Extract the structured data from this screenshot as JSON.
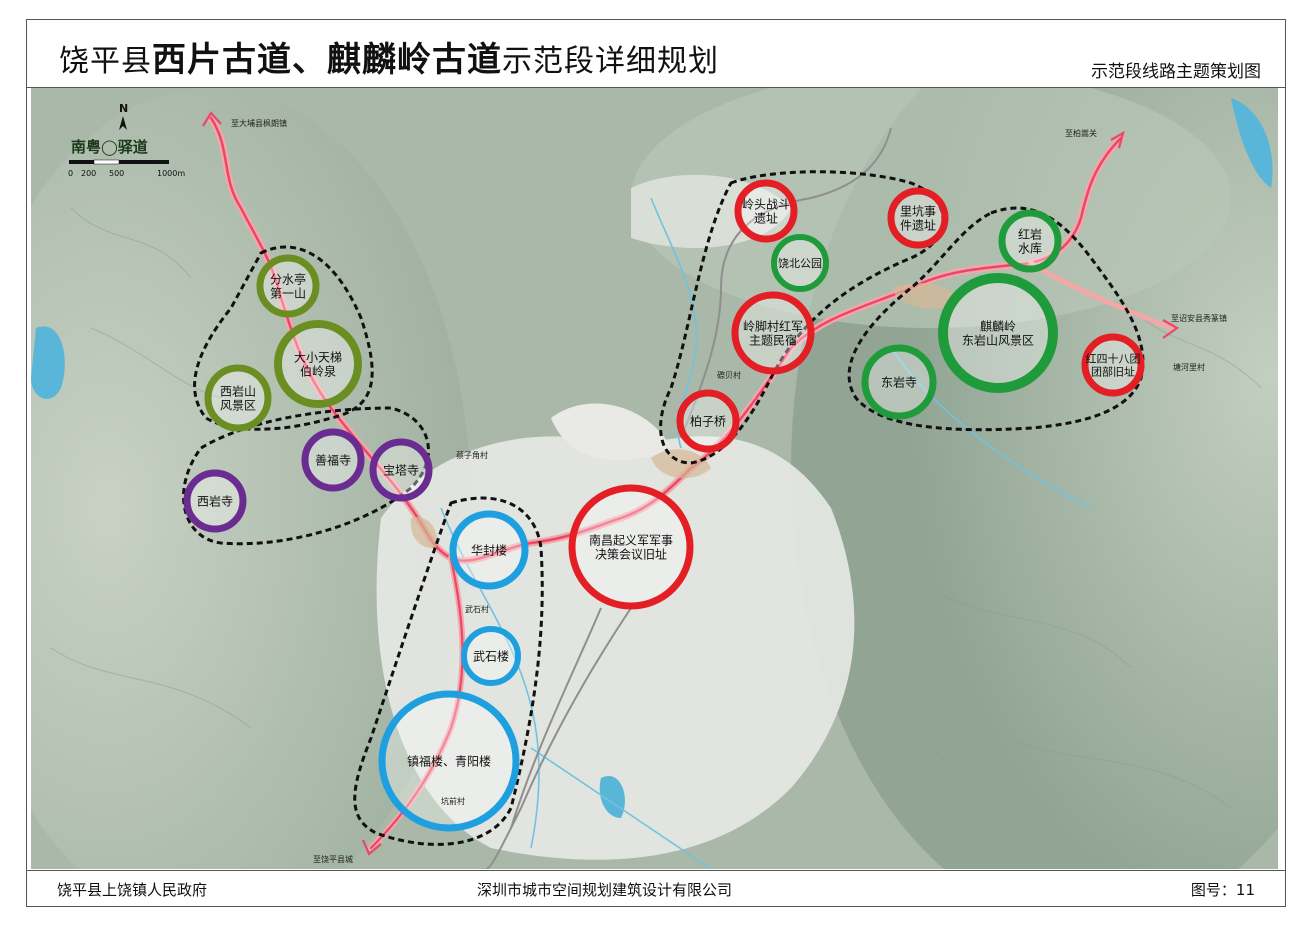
{
  "header": {
    "title_pre": "饶平县",
    "title_bold_1": "西片古道、麒麟岭古道",
    "title_post": "示范段详细规划",
    "subtitle": "示范段线路主题策划图"
  },
  "footer": {
    "left": "饶平县上饶镇人民政府",
    "center": "深圳市城市空间规划建筑设计有限公司",
    "right": "图号：11"
  },
  "legend": {
    "north": "N",
    "brand": "南粤◯驿道",
    "scale_labels": [
      "0",
      "200",
      "500",
      "1000m"
    ]
  },
  "colors": {
    "red": "#e31e24",
    "green": "#1f9b3b",
    "olive": "#6b8e23",
    "purple": "#6a2c91",
    "blue": "#1ea0e0",
    "route": "#f08080"
  },
  "sites": [
    {
      "label": "分水亭\n第一山",
      "color": "olive"
    },
    {
      "label": "大小天梯\n伯岭泉",
      "color": "olive"
    },
    {
      "label": "西岩山\n风景区",
      "color": "olive"
    },
    {
      "label": "善福寺",
      "color": "purple"
    },
    {
      "label": "宝塔寺",
      "color": "purple"
    },
    {
      "label": "西岩寺",
      "color": "purple"
    },
    {
      "label": "华封楼",
      "color": "blue"
    },
    {
      "label": "武石楼",
      "color": "blue"
    },
    {
      "label": "镇福楼、青阳楼",
      "color": "blue"
    },
    {
      "label": "南昌起义军军事\n决策会议旧址",
      "color": "red"
    },
    {
      "label": "岭头战斗\n遗址",
      "color": "red"
    },
    {
      "label": "里坑事\n件遗址",
      "color": "red"
    },
    {
      "label": "饶北公园",
      "color": "green"
    },
    {
      "label": "岭脚村红军\n主题民宿",
      "color": "red"
    },
    {
      "label": "柏子桥",
      "color": "red"
    },
    {
      "label": "红岩\n水库",
      "color": "green"
    },
    {
      "label": "麒麟岭\n东岩山风景区",
      "color": "green"
    },
    {
      "label": "东岩寺",
      "color": "green"
    },
    {
      "label": "红四十八团\n团部旧址",
      "color": "red"
    }
  ],
  "place_labels": [
    "至大埔县枫朗镇",
    "至柏嵩关",
    "至诏安县秀篆镇",
    "至饶平县城",
    "蔡子角村",
    "武石村",
    "坑前村",
    "塘河里村",
    "磜贝村"
  ]
}
